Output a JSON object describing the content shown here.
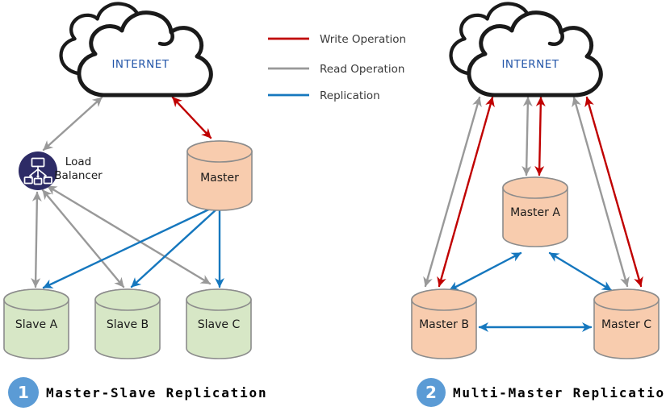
{
  "colors": {
    "write_operation": "#c00000",
    "read_operation": "#999999",
    "replication": "#1577be",
    "master_db_fill": "#f8ccae",
    "slave_db_fill": "#d7e7c6",
    "cylinder_stroke": "#8c8c8c",
    "load_balancer_fill": "#2d2b66",
    "internet_text": "#2255a8",
    "badge_fill": "#5b9bd5",
    "cloud_outline": "#1a1a1a"
  },
  "legend": {
    "items": [
      {
        "label": "Write Operation",
        "color": "#c00000"
      },
      {
        "label": "Read Operation",
        "color": "#999999"
      },
      {
        "label": "Replication",
        "color": "#1577be"
      }
    ]
  },
  "master_slave": {
    "badge": "1",
    "title": "Master-Slave Replication",
    "internet_label": "INTERNET",
    "load_balancer": {
      "line1": "Load",
      "line2": "Balancer"
    },
    "master_label": "Master",
    "slave_a": "Slave A",
    "slave_b": "Slave B",
    "slave_c": "Slave C"
  },
  "multi_master": {
    "badge": "2",
    "title": "Multi-Master Replication",
    "internet_label": "INTERNET",
    "master_a": "Master A",
    "master_b": "Master B",
    "master_c": "Master C"
  }
}
